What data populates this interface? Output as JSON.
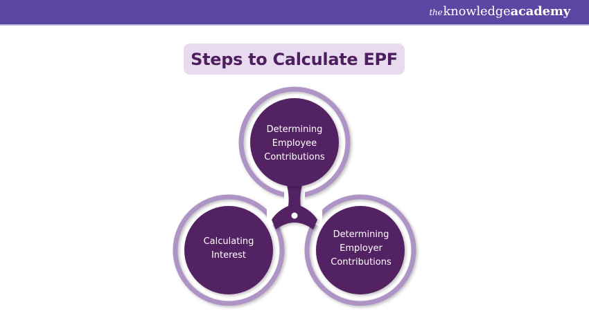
{
  "header": {
    "brand_prefix": "the",
    "brand_regular": "knowledge",
    "brand_bold": "academy",
    "color": "#5b46a3"
  },
  "title": "Steps to Calculate EPF",
  "diagram": {
    "type": "three-circle-connected",
    "colors": {
      "circle_fill": "#532262",
      "ring": "#ad94c4",
      "title_bg": "#e8daef",
      "title_text": "#4e1f5e"
    },
    "nodes": [
      {
        "position": "top",
        "lines": [
          "Determining",
          "Employee",
          "Contributions"
        ]
      },
      {
        "position": "bottom-left",
        "lines": [
          "Calculating",
          "Interest"
        ]
      },
      {
        "position": "bottom-right",
        "lines": [
          "Determining",
          "Employer",
          "Contributions"
        ]
      }
    ]
  }
}
